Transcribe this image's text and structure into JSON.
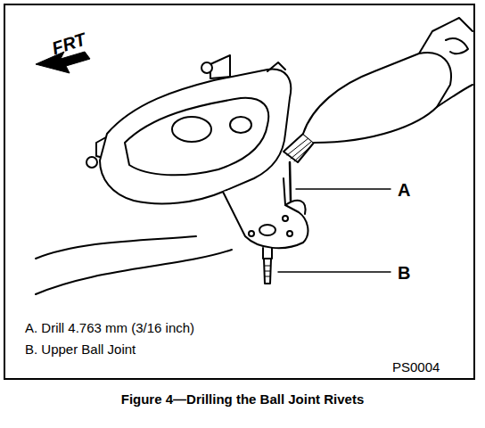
{
  "diagram": {
    "caption": "Figure 4—Drilling the Ball Joint Rivets",
    "labels": [
      "FRT",
      "A",
      "B",
      "A. Drill 4.763 mm (3/16 inch)",
      "B. Upper Ball Joint",
      "PS0004"
    ]
  }
}
